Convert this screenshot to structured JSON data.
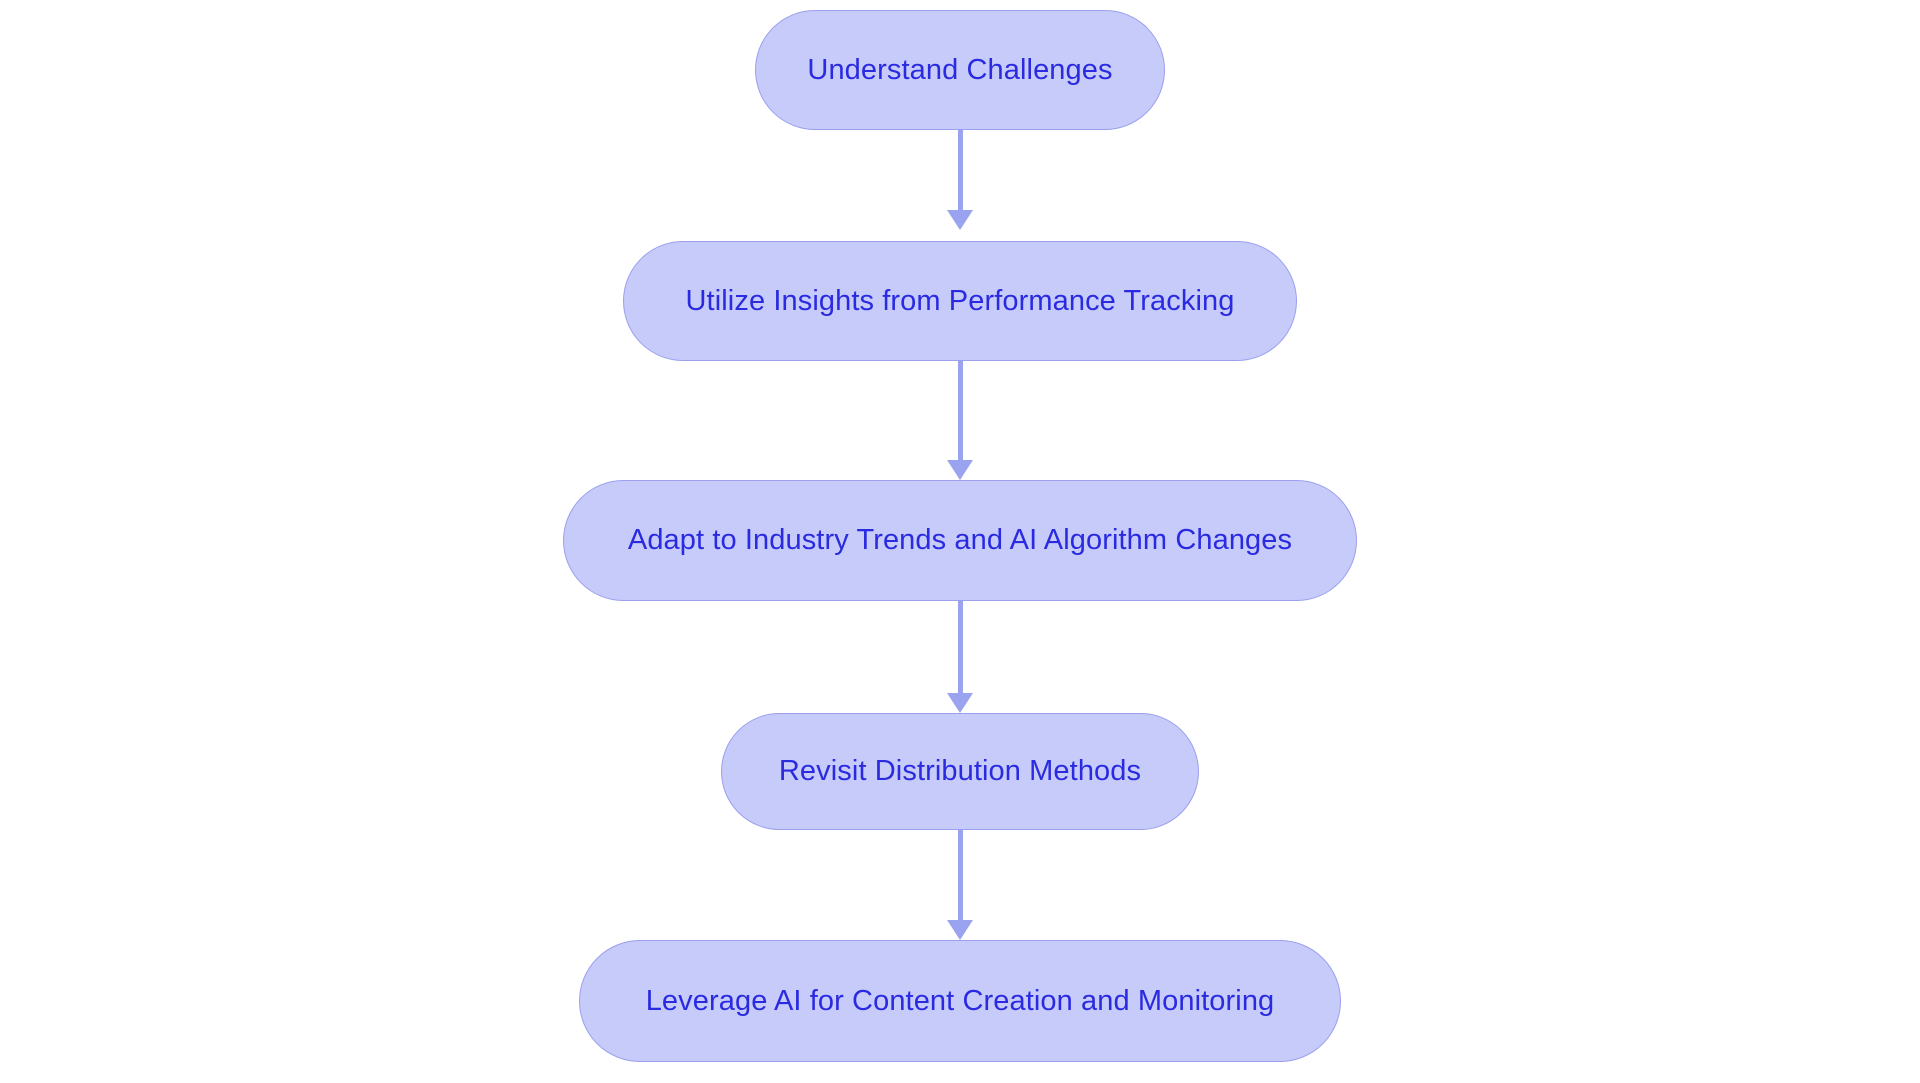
{
  "diagram": {
    "type": "flowchart",
    "orientation": "vertical",
    "title": "",
    "colors": {
      "node_fill": "#c6cbfa",
      "node_border": "#9aa0ee",
      "node_text": "#2a2ae0",
      "connector": "#9aa3f0",
      "background": "#ffffff"
    },
    "nodes": [
      {
        "id": "n1",
        "label": "Understand Challenges"
      },
      {
        "id": "n2",
        "label": "Utilize Insights from Performance Tracking"
      },
      {
        "id": "n3",
        "label": "Adapt to Industry Trends and AI Algorithm Changes"
      },
      {
        "id": "n4",
        "label": "Revisit Distribution Methods"
      },
      {
        "id": "n5",
        "label": "Leverage AI for Content Creation and Monitoring"
      }
    ],
    "edges": [
      {
        "from": "n1",
        "to": "n2",
        "label": "",
        "arrow": "down"
      },
      {
        "from": "n2",
        "to": "n3",
        "label": "",
        "arrow": "down"
      },
      {
        "from": "n3",
        "to": "n4",
        "label": "",
        "arrow": "down"
      },
      {
        "from": "n4",
        "to": "n5",
        "label": "",
        "arrow": "down"
      }
    ]
  }
}
